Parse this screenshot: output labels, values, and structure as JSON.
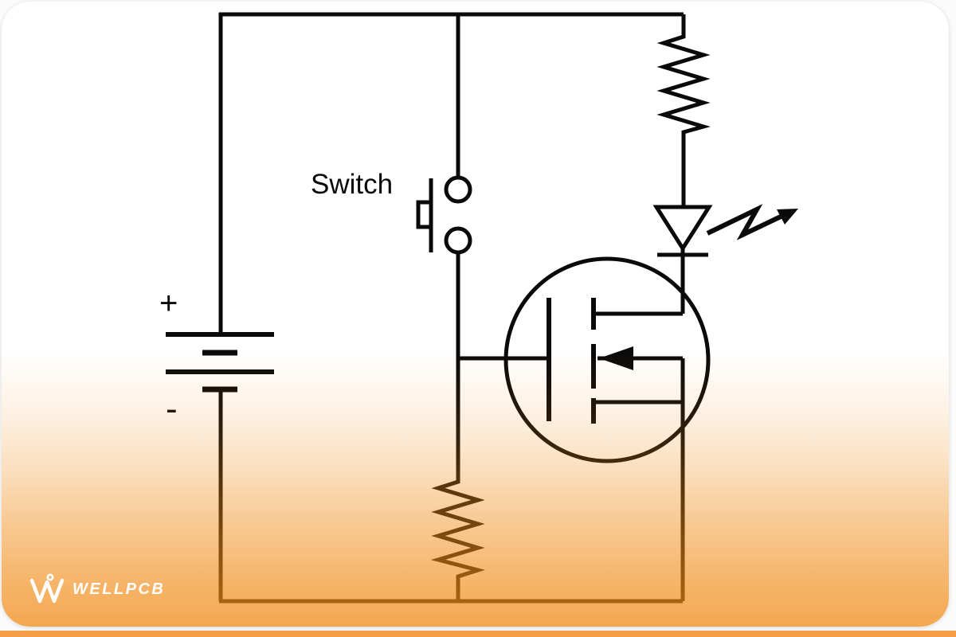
{
  "diagram": {
    "type": "circuit-schematic",
    "labels": {
      "switch": "Switch",
      "battery_positive": "+",
      "battery_negative": "-"
    },
    "components": [
      {
        "id": "battery",
        "name": "battery"
      },
      {
        "id": "push-button-switch",
        "name": "push-button switch"
      },
      {
        "id": "series-resistor",
        "name": "resistor"
      },
      {
        "id": "led",
        "name": "LED"
      },
      {
        "id": "n-channel-mosfet",
        "name": "N-channel MOSFET"
      },
      {
        "id": "pull-down-resistor",
        "name": "pull-down resistor"
      }
    ]
  },
  "branding": {
    "logo_text": "WELLPCB"
  },
  "colors": {
    "wire": "#0a0a0a",
    "accent_orange": "#f49d45",
    "overlay_orange": "#f08a14",
    "card_background": "#ffffff",
    "logo_color": "#ffffff"
  }
}
